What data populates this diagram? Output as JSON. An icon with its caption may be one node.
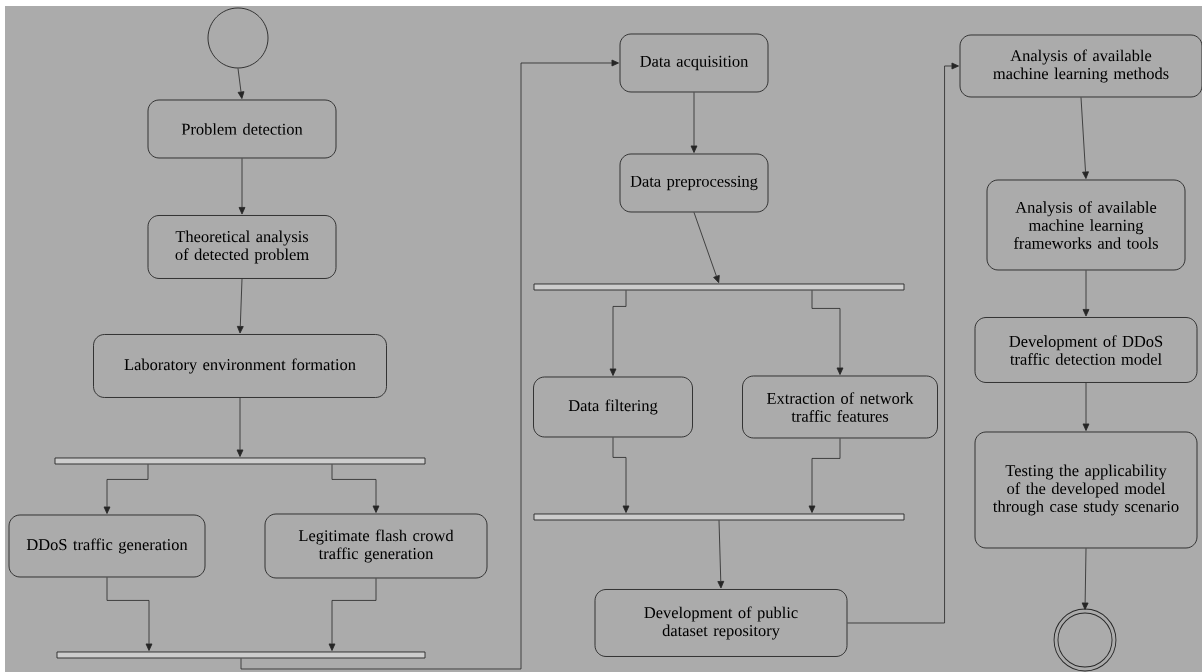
{
  "diagram": {
    "nodes": [
      {
        "text": [],
        "shape": "circle"
      },
      {
        "text": [
          "Problem detection"
        ]
      },
      {
        "text": [
          "Theoretical analysis of detected problem"
        ]
      },
      {
        "text": [
          "Laboratory environment formation"
        ]
      },
      {
        "text": [],
        "shape": "bar"
      },
      {
        "text": [
          "DDoS traffic generation"
        ]
      },
      {
        "text": [
          "Legitimate flash crowd traffic generation"
        ]
      },
      {
        "text": [],
        "shape": "bar"
      },
      {
        "text": [
          "Data acquisition"
        ]
      },
      {
        "text": [
          "Data preprocessing"
        ]
      },
      {
        "text": [],
        "shape": "bar"
      },
      {
        "text": [
          "Data filtering"
        ]
      },
      {
        "text": [
          "Extraction of network traffic features"
        ]
      },
      {
        "text": [],
        "shape": "bar"
      },
      {
        "text": [
          "Development of public dataset repository"
        ]
      },
      {
        "text": [
          "Analysis of available machine learning methods"
        ]
      },
      {
        "text": [
          "Analysis of available machine learning frameworks and tools"
        ]
      },
      {
        "text": [
          "Development of DDoS traffic detection model"
        ]
      },
      {
        "text": [
          "Testing the applicability of the developed model through case study scenario"
        ]
      },
      {
        "text": [],
        "shape": "circle"
      }
    ],
    "edges": [
      {
        "from": 0,
        "to": 1,
        "arrow": "to"
      },
      {
        "from": 1,
        "to": 2,
        "arrow": "to"
      },
      {
        "from": 2,
        "to": 3,
        "arrow": "to"
      },
      {
        "from": 3,
        "to": 4,
        "arrow": "to"
      },
      {
        "from": 4,
        "to": 5,
        "arrow": "to"
      },
      {
        "from": 4,
        "to": 6,
        "arrow": "to"
      },
      {
        "from": 5,
        "to": 7,
        "arrow": "to"
      },
      {
        "from": 6,
        "to": 7,
        "arrow": "to"
      },
      {
        "from": 7,
        "to": 8,
        "arrow": "to"
      },
      {
        "from": 8,
        "to": 9,
        "arrow": "to"
      },
      {
        "from": 9,
        "to": 10,
        "arrow": "to"
      },
      {
        "from": 10,
        "to": 11,
        "arrow": "to"
      },
      {
        "from": 10,
        "to": 12,
        "arrow": "to"
      },
      {
        "from": 11,
        "to": 13,
        "arrow": "to"
      },
      {
        "from": 12,
        "to": 13,
        "arrow": "to"
      },
      {
        "from": 13,
        "to": 14,
        "arrow": "to"
      },
      {
        "from": 14,
        "to": 15,
        "arrow": "to"
      },
      {
        "from": 15,
        "to": 16,
        "arrow": "to"
      },
      {
        "from": 16,
        "to": 17,
        "arrow": "to"
      },
      {
        "from": 17,
        "to": 18,
        "arrow": "to"
      },
      {
        "from": 18,
        "to": 19,
        "arrow": "to"
      }
    ]
  }
}
